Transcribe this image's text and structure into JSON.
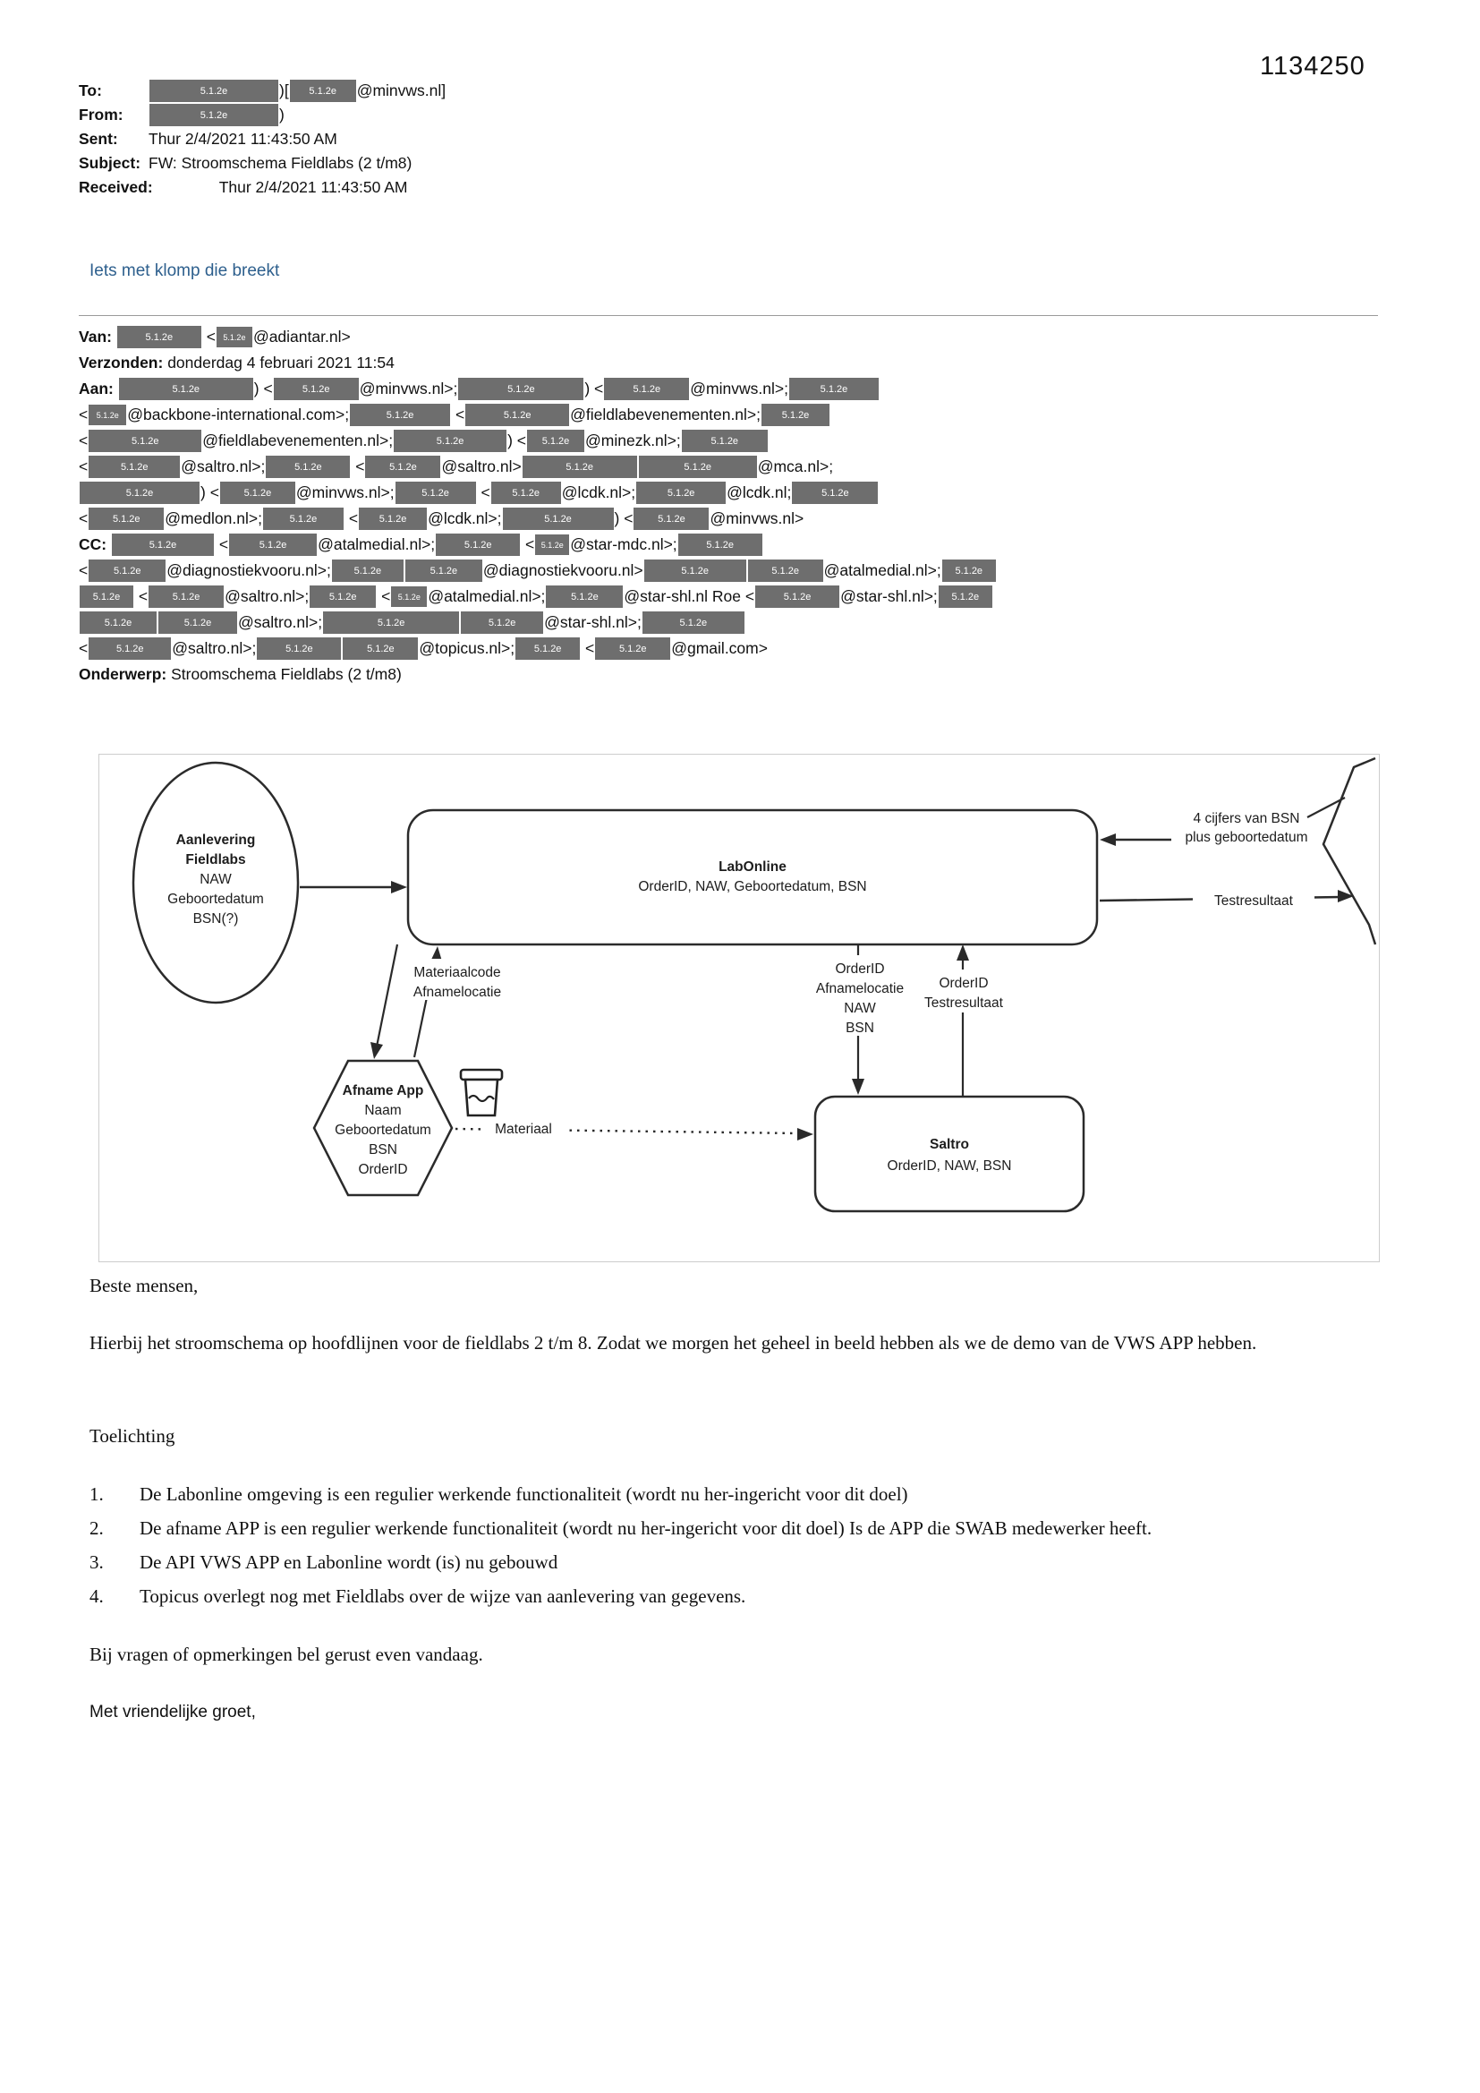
{
  "page": {
    "doc_number": "1134250"
  },
  "redaction_label": "5.1.2e",
  "header_lines": [
    [
      {
        "lbl": "To:"
      },
      {
        "b": 144
      },
      {
        "t": ")["
      },
      {
        "b": 74
      },
      {
        "t": "@minvws.nl]"
      }
    ],
    [
      {
        "lbl": "From:"
      },
      {
        "b": 144
      },
      {
        "t": ")"
      }
    ],
    [
      {
        "lbl": "Sent:"
      },
      {
        "t": "Thur 2/4/2021 11:43:50 AM"
      }
    ],
    [
      {
        "lbl": "Subject:"
      },
      {
        "t": "FW: Stroomschema Fieldlabs (2 t/m8)"
      }
    ],
    [
      {
        "lbl": "Received:"
      },
      {
        "sp": 74
      },
      {
        "t": "Thur 2/4/2021 11:43:50 AM"
      }
    ]
  ],
  "link_text": "Iets met klomp die breekt",
  "fw_lines": [
    [
      {
        "lbl": "Van:"
      },
      {
        "t": " "
      },
      {
        "b": 94
      },
      {
        "t": " <"
      },
      {
        "b": 40,
        "s": true
      },
      {
        "t": "@adiantar.nl>"
      }
    ],
    [
      {
        "lbl": "Verzonden:"
      },
      {
        "t": " donderdag 4 februari 2021 11:54"
      }
    ],
    [
      {
        "lbl": "Aan:"
      },
      {
        "t": " "
      },
      {
        "b": 150
      },
      {
        "t": ") <"
      },
      {
        "b": 95
      },
      {
        "t": "@minvws.nl>;"
      },
      {
        "b": 140
      },
      {
        "t": ") <"
      },
      {
        "b": 95
      },
      {
        "t": "@minvws.nl>;"
      },
      {
        "b": 100
      }
    ],
    [
      {
        "t": "<"
      },
      {
        "b": 42,
        "s": true
      },
      {
        "t": "@backbone-international.com>;"
      },
      {
        "b": 112
      },
      {
        "t": " <"
      },
      {
        "b": 116
      },
      {
        "t": "@fieldlabevenementen.nl>;"
      },
      {
        "b": 76
      }
    ],
    [
      {
        "t": "<"
      },
      {
        "b": 126
      },
      {
        "t": "@fieldlabevenementen.nl>;"
      },
      {
        "b": 126
      },
      {
        "t": ") <"
      },
      {
        "b": 64
      },
      {
        "t": "@minezk.nl>;"
      },
      {
        "b": 96
      }
    ],
    [
      {
        "t": "<"
      },
      {
        "b": 102
      },
      {
        "t": "@saltro.nl>;"
      },
      {
        "b": 94
      },
      {
        "t": " <"
      },
      {
        "b": 84
      },
      {
        "t": "@saltro.nl>"
      },
      {
        "b": 128
      },
      {
        "b": 132
      },
      {
        "t": "@mca.nl>;"
      }
    ],
    [
      {
        "b": 134
      },
      {
        "t": ") <"
      },
      {
        "b": 84
      },
      {
        "t": "@minvws.nl>;"
      },
      {
        "b": 90
      },
      {
        "t": " <"
      },
      {
        "b": 78
      },
      {
        "t": "@lcdk.nl>;"
      },
      {
        "b": 100
      },
      {
        "t": "@lcdk.nl;"
      },
      {
        "b": 96
      }
    ],
    [
      {
        "t": "<"
      },
      {
        "b": 84
      },
      {
        "t": "@medlon.nl>;"
      },
      {
        "b": 90
      },
      {
        "t": " <"
      },
      {
        "b": 76
      },
      {
        "t": "@lcdk.nl>;"
      },
      {
        "b": 124
      },
      {
        "t": ") <"
      },
      {
        "b": 84
      },
      {
        "t": "@minvws.nl>"
      }
    ],
    [
      {
        "lbl": "CC:"
      },
      {
        "t": " "
      },
      {
        "b": 114
      },
      {
        "t": " <"
      },
      {
        "b": 98
      },
      {
        "t": "@atalmedial.nl>;"
      },
      {
        "b": 94
      },
      {
        "t": " <"
      },
      {
        "b": 38,
        "s": true
      },
      {
        "t": "@star-mdc.nl>;"
      },
      {
        "b": 94
      }
    ],
    [
      {
        "t": "<"
      },
      {
        "b": 86
      },
      {
        "t": "@diagnostiekvooru.nl>;"
      },
      {
        "b": 80
      },
      {
        "b": 86
      },
      {
        "t": "@diagnostiekvooru.nl>"
      },
      {
        "b": 114
      },
      {
        "b": 84
      },
      {
        "t": "@atalmedial.nl>;"
      },
      {
        "b": 60
      }
    ],
    [
      {
        "b": 60
      },
      {
        "t": " <"
      },
      {
        "b": 84
      },
      {
        "t": "@saltro.nl>;"
      },
      {
        "b": 74
      },
      {
        "t": " <"
      },
      {
        "b": 40,
        "s": true
      },
      {
        "t": "@atalmedial.nl>;"
      },
      {
        "b": 86
      },
      {
        "t": "@star-shl.nl Roe <"
      },
      {
        "b": 94
      },
      {
        "t": "@star-shl.nl>;"
      },
      {
        "b": 60
      }
    ],
    [
      {
        "b": 86
      },
      {
        "b": 88
      },
      {
        "t": "@saltro.nl>;"
      },
      {
        "b": 152
      },
      {
        "b": 92
      },
      {
        "t": "@star-shl.nl>;"
      },
      {
        "b": 114
      }
    ],
    [
      {
        "t": "<"
      },
      {
        "b": 92
      },
      {
        "t": "@saltro.nl>;"
      },
      {
        "b": 94
      },
      {
        "b": 84
      },
      {
        "t": "@topicus.nl>;"
      },
      {
        "b": 72
      },
      {
        "t": " <"
      },
      {
        "b": 84
      },
      {
        "t": "@gmail.com>"
      }
    ],
    [
      {
        "lbl": "Onderwerp:"
      },
      {
        "t": " Stroomschema Fieldlabs (2 t/m8)"
      }
    ]
  ],
  "diagram": {
    "ellipse": {
      "l1": "Aanlevering",
      "l2": "Fieldlabs",
      "l3": "NAW",
      "l4": "Geboortedatum",
      "l5": "BSN(?)"
    },
    "labonline": {
      "title": "LabOnline",
      "fields": "OrderID, NAW, Geboortedatum, BSN"
    },
    "afname_app": {
      "title": "Afname App",
      "l2": "Naam",
      "l3": "Geboortedatum",
      "l4": "BSN",
      "l5": "OrderID"
    },
    "saltro": {
      "title": "Saltro",
      "fields": "OrderID, NAW, BSN"
    },
    "labels": {
      "bsn4_l1": "4 cijfers van BSN",
      "bsn4_l2": "plus geboortedatum",
      "testresultaat": "Testresultaat",
      "materiaalcode_l1": "Materiaalcode",
      "materiaalcode_l2": "Afnamelocatie",
      "order_down_l1": "OrderID",
      "order_down_l2": "Afnamelocatie",
      "order_down_l3": "NAW",
      "order_down_l4": "BSN",
      "order_up_l1": "OrderID",
      "order_up_l2": "Testresultaat",
      "materiaal": "Materiaal"
    }
  },
  "body": {
    "greeting": "Beste mensen,",
    "para1": "Hierbij het stroomschema op hoofdlijnen voor de fieldlabs 2 t/m 8. Zodat we morgen het geheel in beeld hebben als we de demo van de VWS APP hebben.",
    "toelichting": "Toelichting",
    "list": [
      {
        "num": "1.",
        "text": "De Labonline omgeving is een regulier werkende functionaliteit (wordt nu her-ingericht voor dit doel)"
      },
      {
        "num": "2.",
        "text": "De afname APP is een regulier werkende functionaliteit (wordt nu her-ingericht voor dit doel) Is de APP die SWAB medewerker heeft."
      },
      {
        "num": "3.",
        "text": "De API VWS APP en Labonline wordt (is) nu gebouwd"
      },
      {
        "num": "4.",
        "text": "Topicus overlegt nog met Fieldlabs over de wijze van aanlevering van gegevens."
      }
    ],
    "closing1": "Bij vragen of opmerkingen bel gerust even vandaag.",
    "closing2": "Met vriendelijke groet,"
  }
}
